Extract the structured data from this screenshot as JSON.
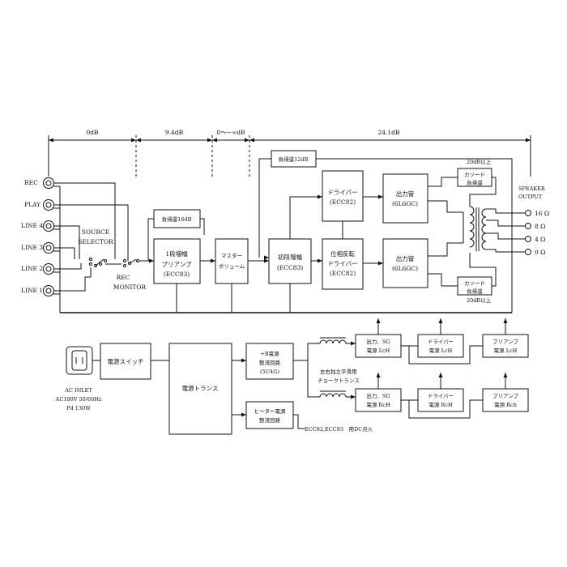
{
  "gain_bar": {
    "seg1": "0dB",
    "seg2": "9.4dB",
    "seg3": "0～−∞dB",
    "seg4": "24.1dB"
  },
  "inputs": {
    "rec": "REC",
    "play": "PLAY",
    "line4": "LINE 4",
    "line3": "LINE 3",
    "line2": "LINE 2",
    "line1": "LINE 1"
  },
  "source_selector": {
    "line1": "SOURCE",
    "line2": "SELECTOR"
  },
  "rec_monitor": {
    "line1": "REC",
    "line2": "MONITOR"
  },
  "preamp_stage1": {
    "line1": "1段増幅",
    "line2": "プリアンプ",
    "line3": "(ECC83)"
  },
  "feedback_16db": "負帰還16dB",
  "master_volume": {
    "line1": "マスター",
    "line2": "ボリューム"
  },
  "feedback_12db": "負帰還12dB",
  "first_stage": {
    "line1": "初段増幅",
    "line2": "(ECC83)"
  },
  "driver_top": {
    "line1": "ドライバー",
    "line2": "(ECC82)"
  },
  "phase_inverter": {
    "line1": "位相反転",
    "line2": "ドライバー",
    "line3": "(ECC82)"
  },
  "output_tube_top": {
    "line1": "出力管",
    "line2": "(6L6GC)"
  },
  "output_tube_bottom": {
    "line1": "出力管",
    "line2": "(6L6GC)"
  },
  "cathode_fb_top": {
    "line1": "カソード",
    "line2": "負帰還",
    "note": "20dB以上"
  },
  "cathode_fb_bottom": {
    "line1": "カソード",
    "line2": "負帰還",
    "note": "20dB以上"
  },
  "speaker_output": {
    "line1": "SPEAKER",
    "line2": "OUTPUT",
    "taps": [
      "16 Ω",
      "8 Ω",
      "4 Ω",
      "0 Ω"
    ]
  },
  "ac_inlet": {
    "line1": "AC INLET",
    "line2": "AC100V 50/60Hz",
    "line3": "Pd 130W"
  },
  "power_switch": "電源スイッチ",
  "power_transformer": "電源トランス",
  "b_rectifier": {
    "line1": "+B電源",
    "line2": "整流回路",
    "line3": "(5U4G)"
  },
  "heater_rectifier": {
    "line1": "ヒーター電源",
    "line2": "整流回路"
  },
  "heater_note": "ECC82,ECC83　用DC点火",
  "choke_note": {
    "line1": "左右独立平滑用",
    "line2": "チョークトランス"
  },
  "psu_out_lch": {
    "line1": "出力、SG",
    "line2": "電源 LcH"
  },
  "psu_drv_lch": {
    "line1": "ドライバー",
    "line2": "電源 LcH"
  },
  "psu_pre_lch": {
    "line1": "プリアンプ",
    "line2": "電源 LcH"
  },
  "psu_out_rch": {
    "line1": "出力、SG",
    "line2": "電源 RcH"
  },
  "psu_drv_rch": {
    "line1": "ドライバー",
    "line2": "電源 RcH"
  },
  "psu_pre_rch": {
    "line1": "プリアンプ",
    "line2": "電源 Rch"
  }
}
